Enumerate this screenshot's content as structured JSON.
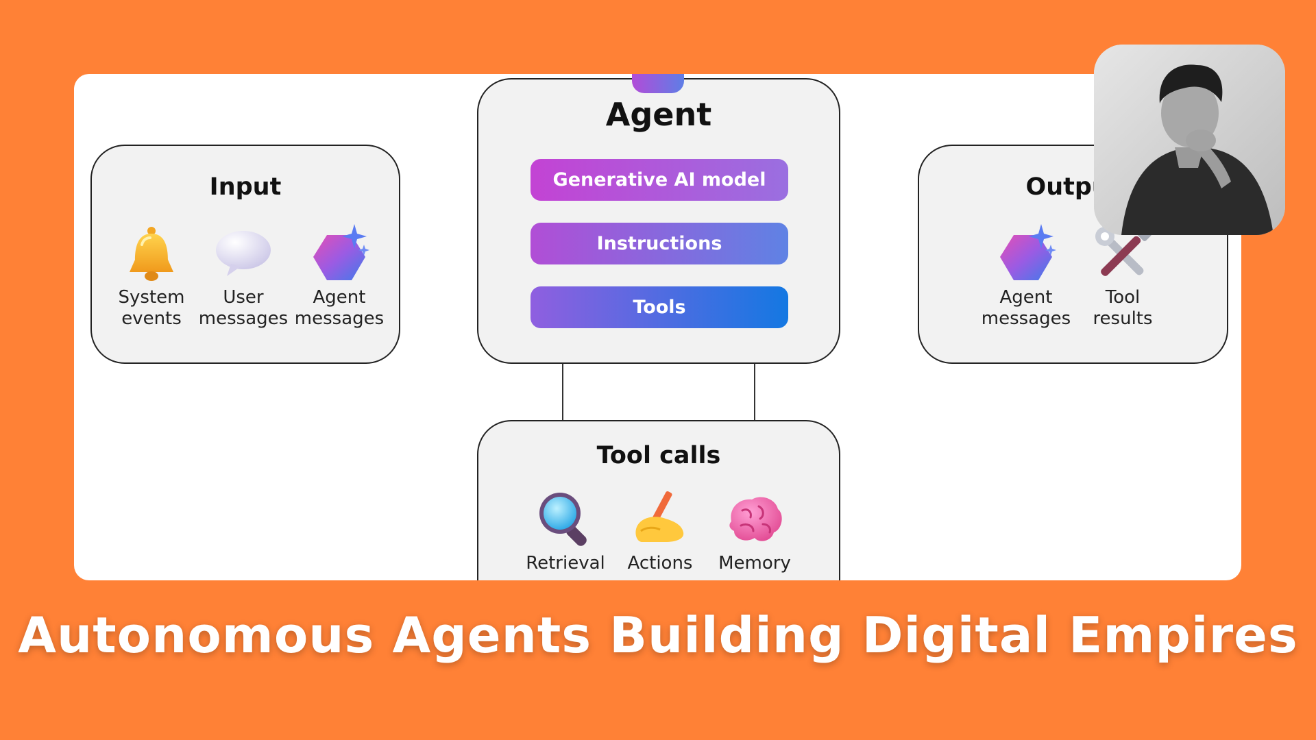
{
  "diagram": {
    "input": {
      "title": "Input",
      "items": [
        {
          "icon": "bell-icon",
          "label_1": "System",
          "label_2": "events"
        },
        {
          "icon": "speech-bubble-icon",
          "label_1": "User",
          "label_2": "messages"
        },
        {
          "icon": "copilot-hexagon-icon",
          "label_1": "Agent",
          "label_2": "messages"
        }
      ]
    },
    "agent": {
      "title": "Agent",
      "components": [
        "Generative AI model",
        "Instructions",
        "Tools"
      ]
    },
    "output": {
      "title": "Output",
      "items": [
        {
          "icon": "copilot-hexagon-icon",
          "label_1": "Agent",
          "label_2": "messages"
        },
        {
          "icon": "tools-icon",
          "label_1": "Tool",
          "label_2": "results"
        }
      ]
    },
    "tool_calls": {
      "title": "Tool calls",
      "items": [
        {
          "icon": "magnifying-glass-icon",
          "label": "Retrieval"
        },
        {
          "icon": "writing-hand-icon",
          "label": "Actions"
        },
        {
          "icon": "brain-icon",
          "label": "Memory"
        }
      ]
    }
  },
  "caption": "Autonomous Agents Building Digital Empires",
  "colors": {
    "background": "#FF8136",
    "pill_gradients": [
      [
        "#C343D4",
        "#9A6FE0"
      ],
      [
        "#B14ED6",
        "#5F82E4"
      ],
      [
        "#8F5FE0",
        "#1478E2"
      ]
    ]
  }
}
